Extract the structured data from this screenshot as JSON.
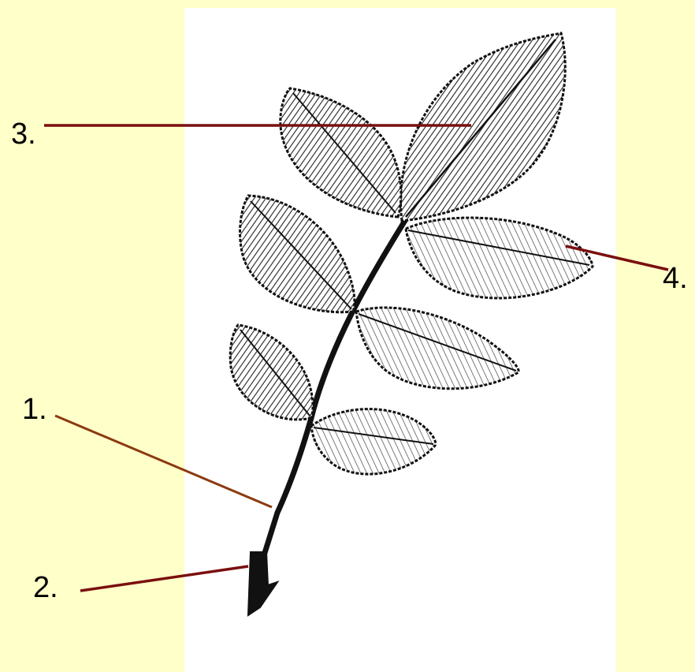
{
  "labels": {
    "one": "1.",
    "two": "2.",
    "three": "3.",
    "four": "4."
  },
  "colors": {
    "background": "#FFFFC9",
    "panel": "#FFFFFF",
    "leader_dark": "#7A0F0F",
    "leader_brown": "#8B3A10",
    "ink": "#111111"
  }
}
